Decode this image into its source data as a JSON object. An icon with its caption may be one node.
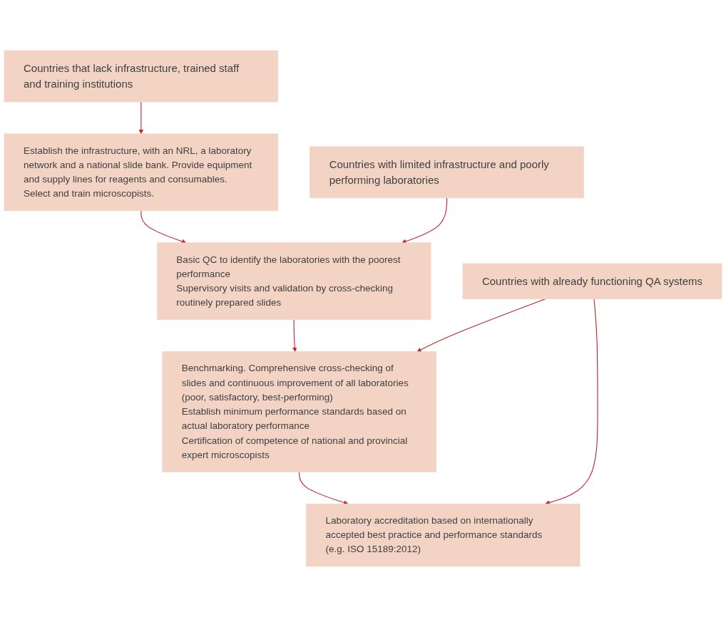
{
  "diagram": {
    "nodes": [
      {
        "text": [
          "Countries that lack infrastructure, trained staff and training institutions"
        ]
      },
      {
        "text": [
          "Establish the infrastructure, with an NRL, a laboratory network and a national slide bank. Provide equipment and supply lines for reagents and consumables.",
          "Select and train microscopists."
        ]
      },
      {
        "text": [
          "Countries with limited infrastructure and poorly performing laboratories"
        ]
      },
      {
        "text": [
          "Basic QC to identify the laboratories with the poorest performance",
          "Supervisory visits and validation by cross-checking routinely prepared slides"
        ]
      },
      {
        "text": [
          "Countries with already functioning QA systems"
        ]
      },
      {
        "text": [
          "Benchmarking. Comprehensive cross-checking of slides and continuous improvement of all laboratories (poor, satisfactory, best-performing)",
          "Establish minimum performance standards based on actual laboratory performance",
          "Certification of competence of national and provincial expert microscopists"
        ]
      },
      {
        "text": [
          "Laboratory accreditation based on internationally accepted best practice and performance standards (e.g. ISO 15189:2012)"
        ]
      }
    ],
    "edges": [
      {
        "from": 0,
        "to": 1,
        "arrow": "to"
      },
      {
        "from": 1,
        "to": 3,
        "arrow": "to"
      },
      {
        "from": 2,
        "to": 3,
        "arrow": "to"
      },
      {
        "from": 3,
        "to": 5,
        "arrow": "to"
      },
      {
        "from": 4,
        "to": 5,
        "arrow": "to"
      },
      {
        "from": 4,
        "to": 6,
        "arrow": "to"
      },
      {
        "from": 5,
        "to": 6,
        "arrow": "to"
      }
    ]
  }
}
